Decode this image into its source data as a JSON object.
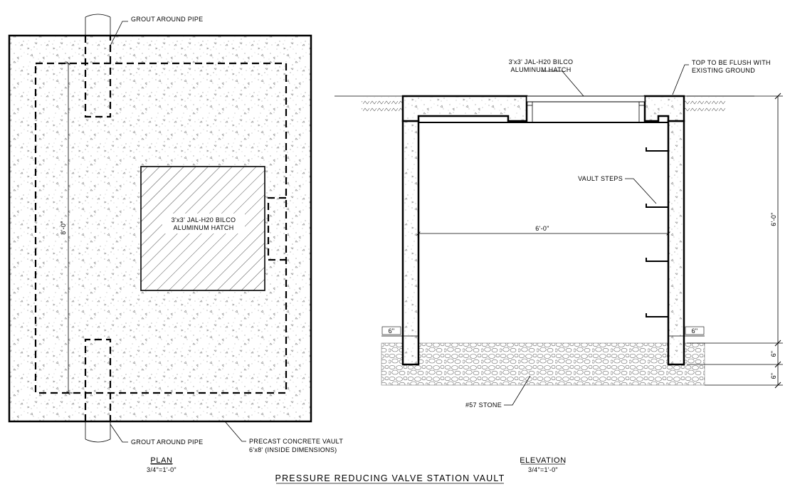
{
  "title": "PRESSURE REDUCING VALVE STATION VAULT",
  "plan": {
    "title": "PLAN",
    "scale": "3/4\"=1'-0\"",
    "grout_top": "GROUT AROUND PIPE",
    "grout_bottom": "GROUT AROUND PIPE",
    "hatch_line1": "3'x3' JAL-H20 BILCO",
    "hatch_line2": "ALUMINUM HATCH",
    "vault_line1": "PRECAST CONCRETE VAULT",
    "vault_line2": "6'x8' (INSIDE DIMENSIONS)",
    "dim_length": "8'-0\""
  },
  "elevation": {
    "title": "ELEVATION",
    "scale": "3/4\"=1'-0\"",
    "hatch_line1": "3'x3' JAL-H20 BILCO",
    "hatch_line2": "ALUMINUM HATCH",
    "top_line1": "TOP TO BE FLUSH WITH",
    "top_line2": "EXISTING GROUND",
    "vault_steps": "VAULT STEPS",
    "dim_width": "6'-0\"",
    "dim_height": "6'-0\"",
    "dim_wall_left": "6\"",
    "dim_wall_right": "6\"",
    "dim_slab": "6\"",
    "dim_stone": "6\"",
    "stone": "#57 STONE"
  }
}
